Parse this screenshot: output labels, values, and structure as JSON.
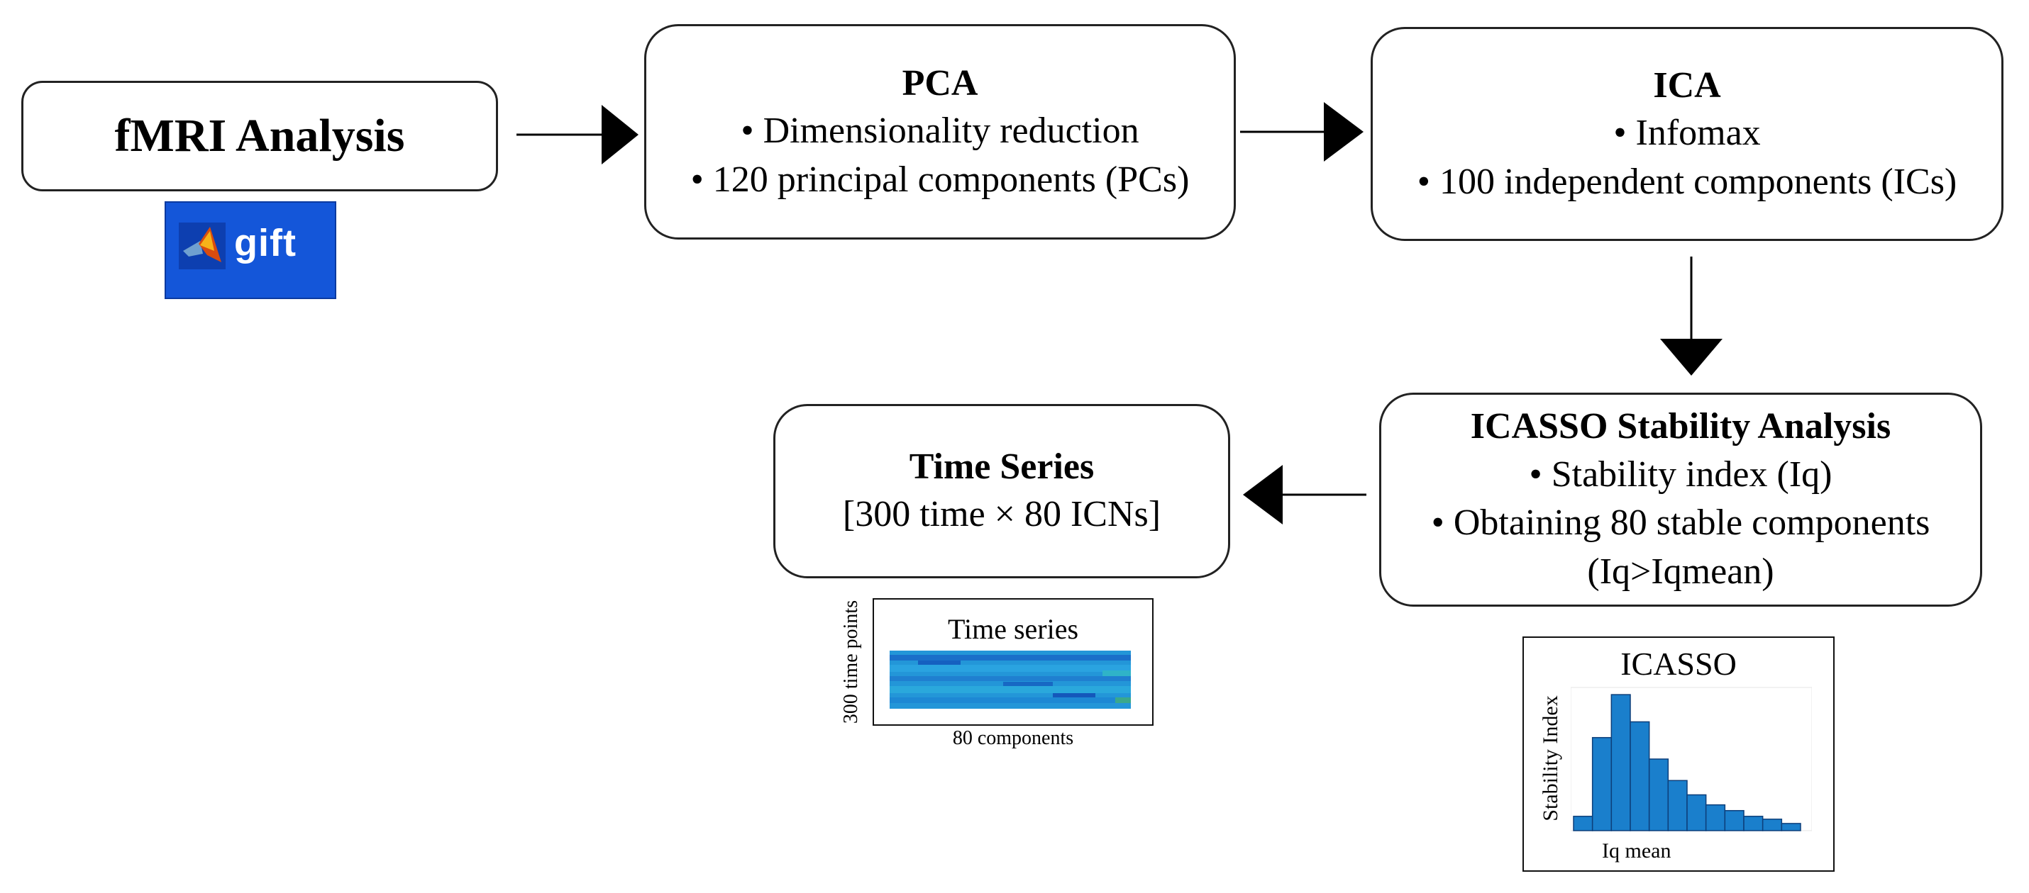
{
  "fmri": {
    "title": "fMRI Analysis",
    "logo_text": "gift"
  },
  "pca": {
    "title": "PCA",
    "items": [
      "• Dimensionality reduction",
      "• 120 principal components (PCs)"
    ]
  },
  "ica": {
    "title": "ICA",
    "items": [
      "• Infomax",
      "• 100 independent components (ICs)"
    ]
  },
  "icasso": {
    "title": "ICASSO Stability Analysis",
    "items": [
      "• Stability index (Iq)",
      "• Obtaining 80 stable components",
      "(Iq>Iqmean)"
    ]
  },
  "timeseries": {
    "title": "Time Series",
    "subtitle": "[300 time × 80 ICNs]"
  },
  "ts_thumb": {
    "title": "Time series",
    "ylabel": "300 time points",
    "xlabel": "80 components"
  },
  "icasso_thumb": {
    "title": "ICASSO",
    "ylabel": "Stability Index",
    "xlabel": "Iq mean"
  },
  "chart_data": {
    "type": "bar",
    "title": "ICASSO",
    "xlabel": "Iq mean",
    "ylabel": "Stability Index",
    "values": [
      0.1,
      0.65,
      0.95,
      0.76,
      0.5,
      0.35,
      0.25,
      0.18,
      0.14,
      0.1,
      0.08,
      0.05
    ],
    "ylim": [
      0,
      1
    ],
    "color": "#1a7fcc"
  },
  "colors": {
    "arrow": "#000000",
    "gift_bg": "#1456d9",
    "bar": "#1a7fcc"
  }
}
